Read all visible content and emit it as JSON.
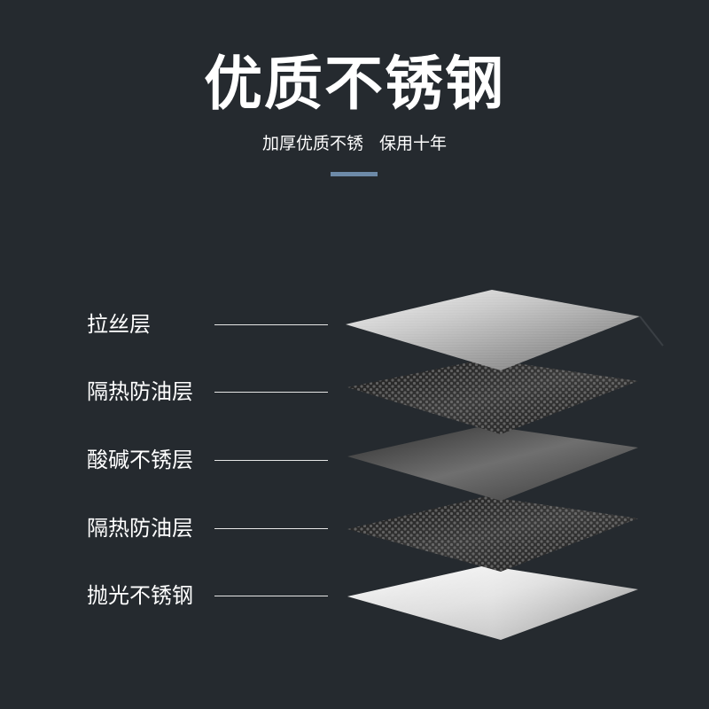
{
  "header": {
    "title": "优质不锈钢",
    "subtitle": "加厚优质不锈   保用十年",
    "accent_color": "#6d8aa8"
  },
  "layers": [
    {
      "label": "拉丝层",
      "material": "brushed-silver"
    },
    {
      "label": "隔热防油层",
      "material": "perforated-dark"
    },
    {
      "label": "酸碱不锈层",
      "material": "dark-steel"
    },
    {
      "label": "隔热防油层",
      "material": "perforated-dark"
    },
    {
      "label": "抛光不锈钢",
      "material": "polished-silver"
    }
  ]
}
